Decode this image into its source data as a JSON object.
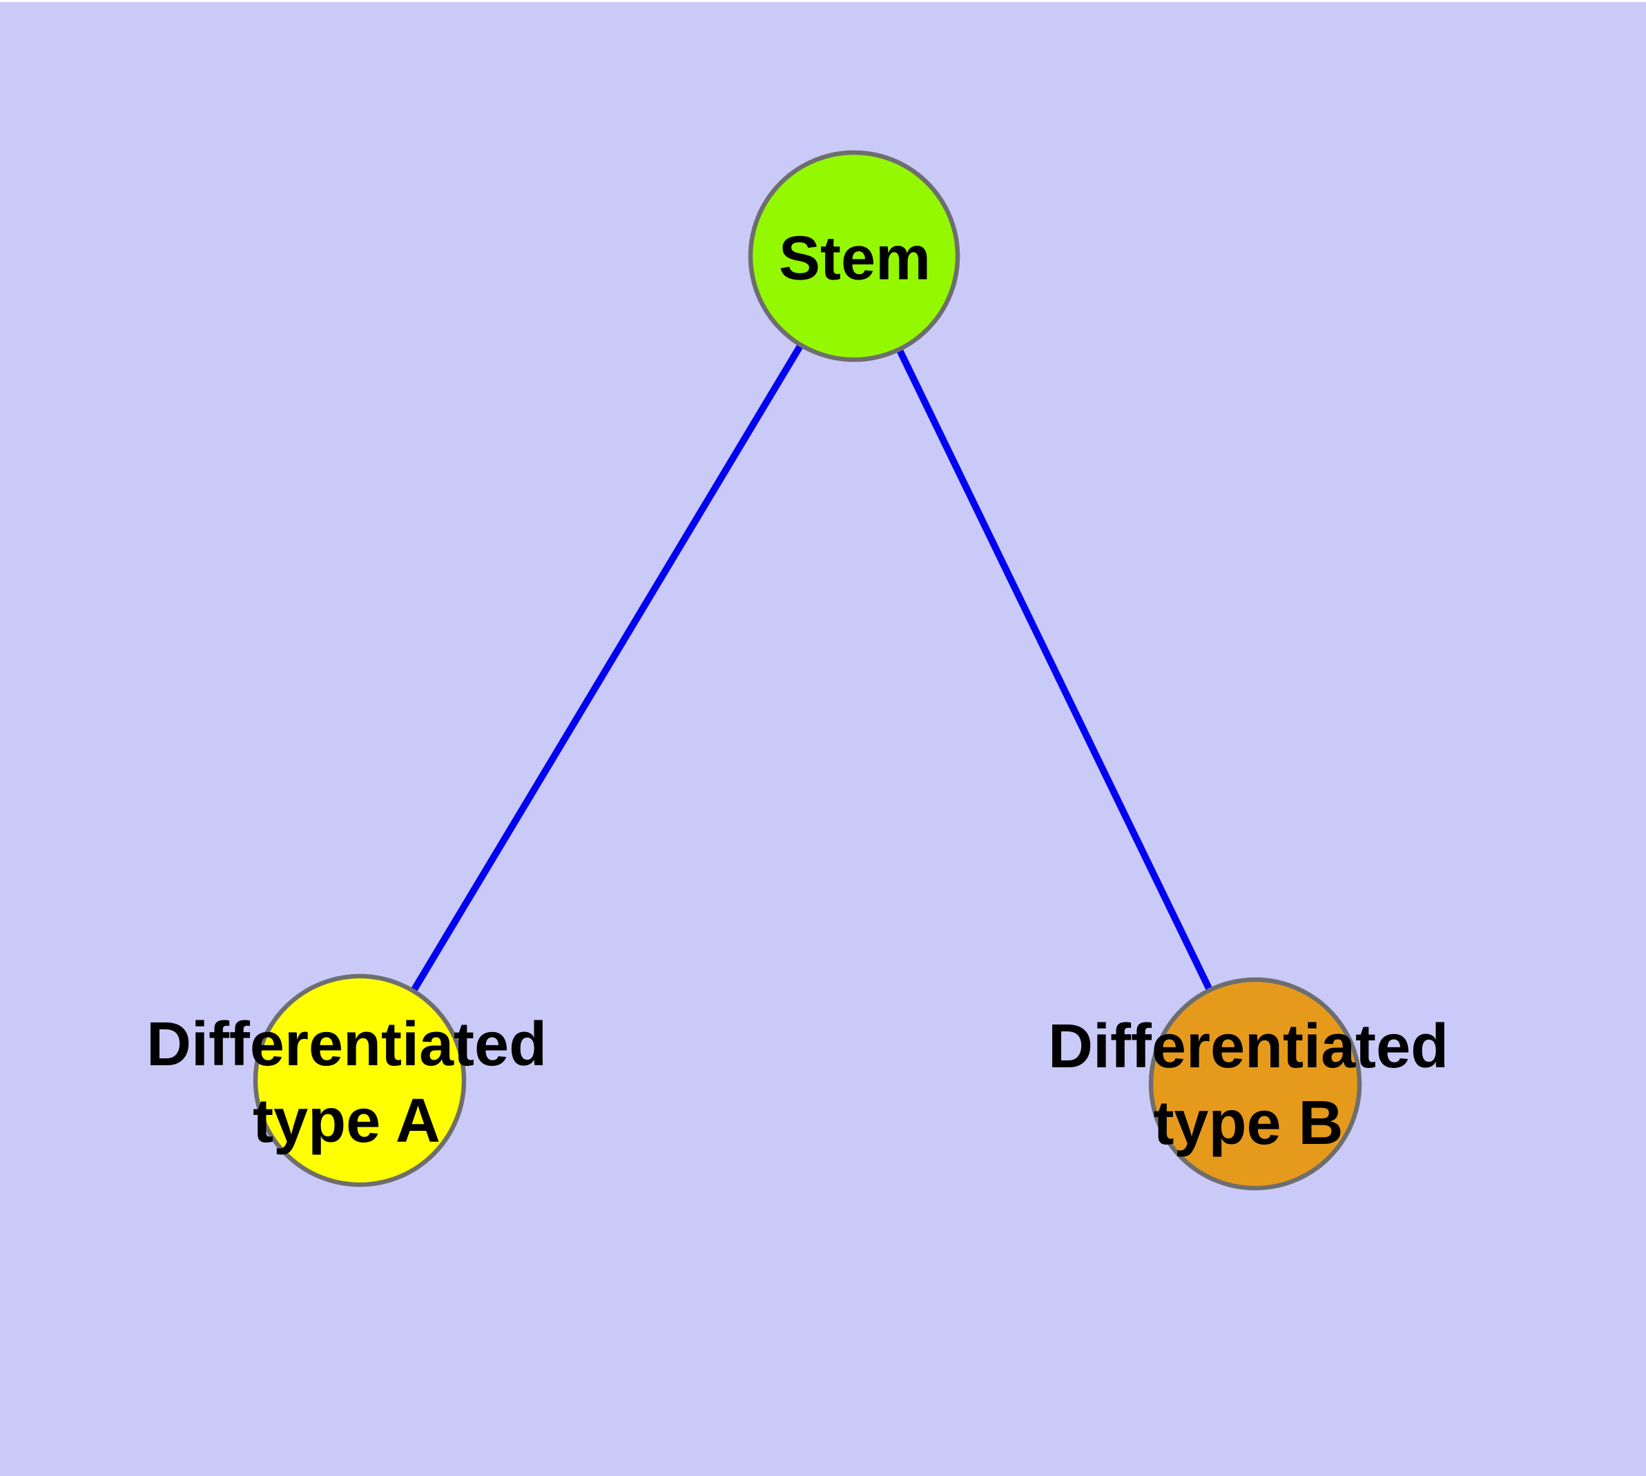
{
  "diagram": {
    "title": "",
    "nodes": {
      "stem": {
        "label": "Stem"
      },
      "type_a": {
        "label_line1": "Differentiated",
        "label_line2": "type A"
      },
      "type_b": {
        "label_line1": "Differentiated",
        "label_line2": "type B"
      }
    },
    "edges": [
      {
        "from": "stem",
        "to": "type_a"
      },
      {
        "from": "stem",
        "to": "type_b"
      }
    ]
  },
  "colors": {
    "background": "#cacaf9",
    "top_strip": "#ffffff",
    "edge": "#0000f2",
    "node_border": "#6e6e6e",
    "stem_fill": "#94f900",
    "type_a_fill": "#ffff00",
    "type_b_fill": "#e69a1c",
    "label_text": "#000000"
  }
}
